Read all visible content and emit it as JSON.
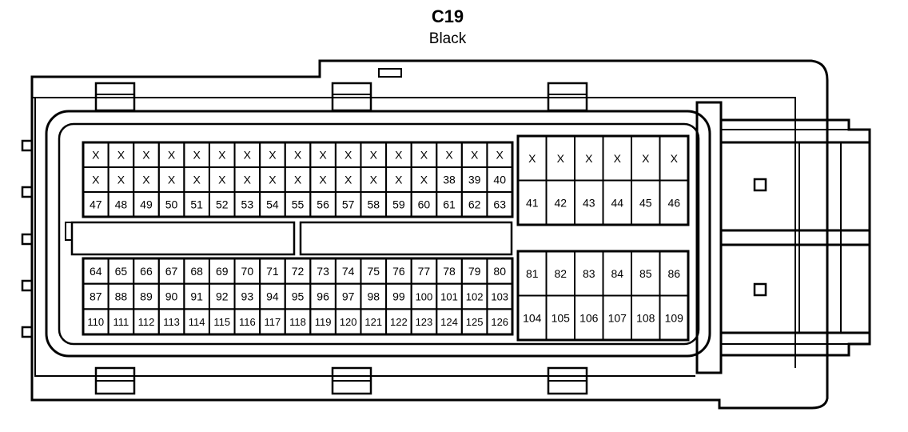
{
  "connector": {
    "name": "C19",
    "color": "Black"
  },
  "pin_blocks": {
    "main_upper": [
      [
        "X",
        "X",
        "X",
        "X",
        "X",
        "X",
        "X",
        "X",
        "X",
        "X",
        "X",
        "X",
        "X",
        "X",
        "X",
        "X",
        "X"
      ],
      [
        "X",
        "X",
        "X",
        "X",
        "X",
        "X",
        "X",
        "X",
        "X",
        "X",
        "X",
        "X",
        "X",
        "X",
        "38",
        "39",
        "40"
      ],
      [
        "47",
        "48",
        "49",
        "50",
        "51",
        "52",
        "53",
        "54",
        "55",
        "56",
        "57",
        "58",
        "59",
        "60",
        "61",
        "62",
        "63"
      ]
    ],
    "main_lower": [
      [
        "64",
        "65",
        "66",
        "67",
        "68",
        "69",
        "70",
        "71",
        "72",
        "73",
        "74",
        "75",
        "76",
        "77",
        "78",
        "79",
        "80"
      ],
      [
        "87",
        "88",
        "89",
        "90",
        "91",
        "92",
        "93",
        "94",
        "95",
        "96",
        "97",
        "98",
        "99",
        "100",
        "101",
        "102",
        "103"
      ],
      [
        "110",
        "111",
        "112",
        "113",
        "114",
        "115",
        "116",
        "117",
        "118",
        "119",
        "120",
        "121",
        "122",
        "123",
        "124",
        "125",
        "126"
      ]
    ],
    "side_upper": [
      [
        "X",
        "X",
        "X",
        "X",
        "X",
        "X"
      ],
      [
        "41",
        "42",
        "43",
        "44",
        "45",
        "46"
      ]
    ],
    "side_lower": [
      [
        "81",
        "82",
        "83",
        "84",
        "85",
        "86"
      ],
      [
        "104",
        "105",
        "106",
        "107",
        "108",
        "109"
      ]
    ]
  },
  "colors": {
    "line": "#000000",
    "background": "#ffffff"
  }
}
